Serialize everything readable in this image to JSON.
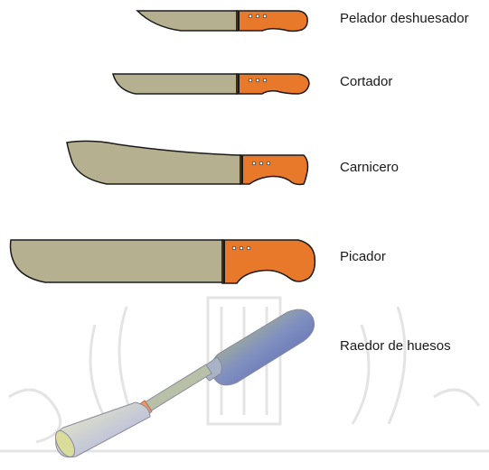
{
  "tools": [
    {
      "label": "Pelador deshuesador",
      "icon": "boning-knife-icon"
    },
    {
      "label": "Cortador",
      "icon": "cutting-knife-icon"
    },
    {
      "label": "Carnicero",
      "icon": "butcher-knife-icon"
    },
    {
      "label": "Picador",
      "icon": "chopping-knife-icon"
    },
    {
      "label": "Raedor de huesos",
      "icon": "bone-scraper-icon"
    }
  ],
  "colors": {
    "blade": "#b5b190",
    "handle": "#e8782a",
    "outline": "#1a1a1a",
    "watermark": "#e4e4e4"
  }
}
